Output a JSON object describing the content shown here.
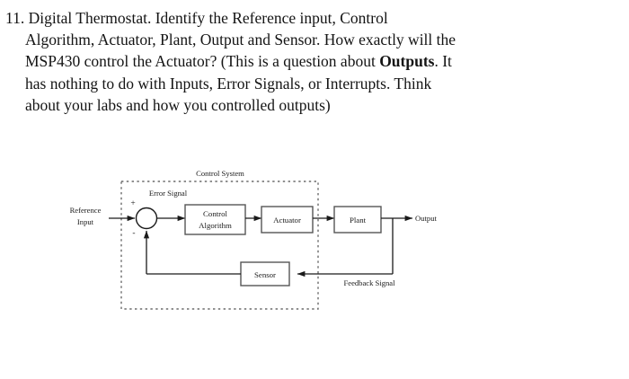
{
  "question": {
    "number": "11.",
    "lines": [
      {
        "text": "11. Digital Thermostat. Identify the Reference input, Control",
        "indent": false,
        "bold_segment": null
      },
      {
        "text": "Algorithm, Actuator, Plant, Output and Sensor. How exactly will the",
        "indent": true,
        "bold_segment": null
      },
      {
        "text": "MSP430 control the Actuator? (This is a question about ",
        "indent": true,
        "bold_segment": "Outputs",
        "tail": ". It"
      },
      {
        "text": "has nothing to do with Inputs, Error Signals, or Interrupts. Think",
        "indent": true,
        "bold_segment": null
      },
      {
        "text": "about your labs and how you controlled outputs)",
        "indent": true,
        "bold_segment": null
      }
    ]
  },
  "diagram": {
    "title": "Control System",
    "labels": {
      "reference_input_line1": "Reference",
      "reference_input_line2": "Input",
      "error_signal": "Error Signal",
      "output": "Output",
      "feedback_signal": "Feedback Signal",
      "plus_sign": "+",
      "minus_sign": "-"
    },
    "blocks": [
      {
        "id": "control-algorithm",
        "line1": "Control",
        "line2": "Algorithm"
      },
      {
        "id": "actuator",
        "line1": "Actuator",
        "line2": ""
      },
      {
        "id": "plant",
        "line1": "Plant",
        "line2": ""
      },
      {
        "id": "sensor",
        "line1": "Sensor",
        "line2": ""
      }
    ],
    "colors": {
      "line": "#1a1a1a",
      "box_fill": "#ffffff",
      "box_stroke": "#555555",
      "dashed_boundary": "#6b6b6b",
      "text": "#1a1a1a",
      "page_background": "#ffffff"
    }
  }
}
